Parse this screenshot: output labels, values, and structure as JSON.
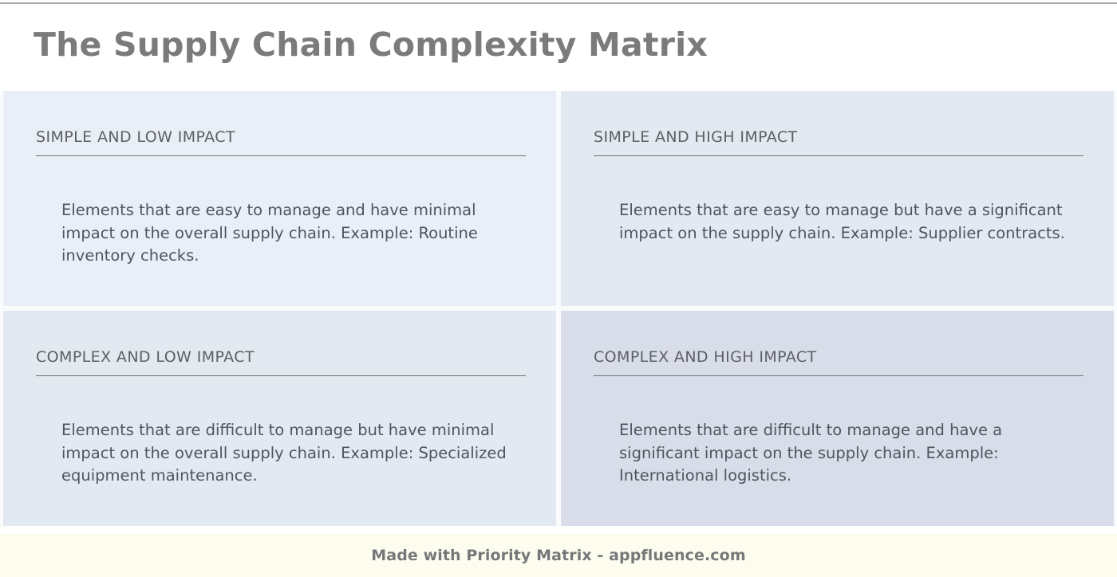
{
  "document": {
    "title": "The Supply Chain Complexity Matrix"
  },
  "matrix": {
    "quadrants": [
      {
        "position": "top-left",
        "title": "SIMPLE AND LOW IMPACT",
        "body": "Elements that are easy to manage and have minimal impact on the overall supply chain. Example: Routine inventory checks.",
        "color": "#eaeff7"
      },
      {
        "position": "top-right",
        "title": "SIMPLE AND HIGH IMPACT",
        "body": "Elements that are easy to manage but have a significant impact on the supply chain. Example: Supplier contracts.",
        "color": "#e3e9f1"
      },
      {
        "position": "bottom-left",
        "title": "COMPLEX AND LOW IMPACT",
        "body": "Elements that are difficult to manage but have minimal impact on the overall supply chain. Example: Specialized equipment maintenance.",
        "color": "#e3e9f0"
      },
      {
        "position": "bottom-right",
        "title": "COMPLEX AND HIGH IMPACT",
        "body": "Elements that are difficult to manage and have a significant impact on the supply chain. Example: International logistics.",
        "color": "#d9dde9"
      }
    ]
  },
  "footer": {
    "text": "Made with Priority Matrix - appfluence.com",
    "background": "#fdfdef"
  },
  "theme": {
    "title_color": "#7b7b7e",
    "quadrant_title_color": "#5b5f66",
    "body_text_color": "#4e5560",
    "rule_color": "#6e7278",
    "page_background": "#ffffff"
  }
}
